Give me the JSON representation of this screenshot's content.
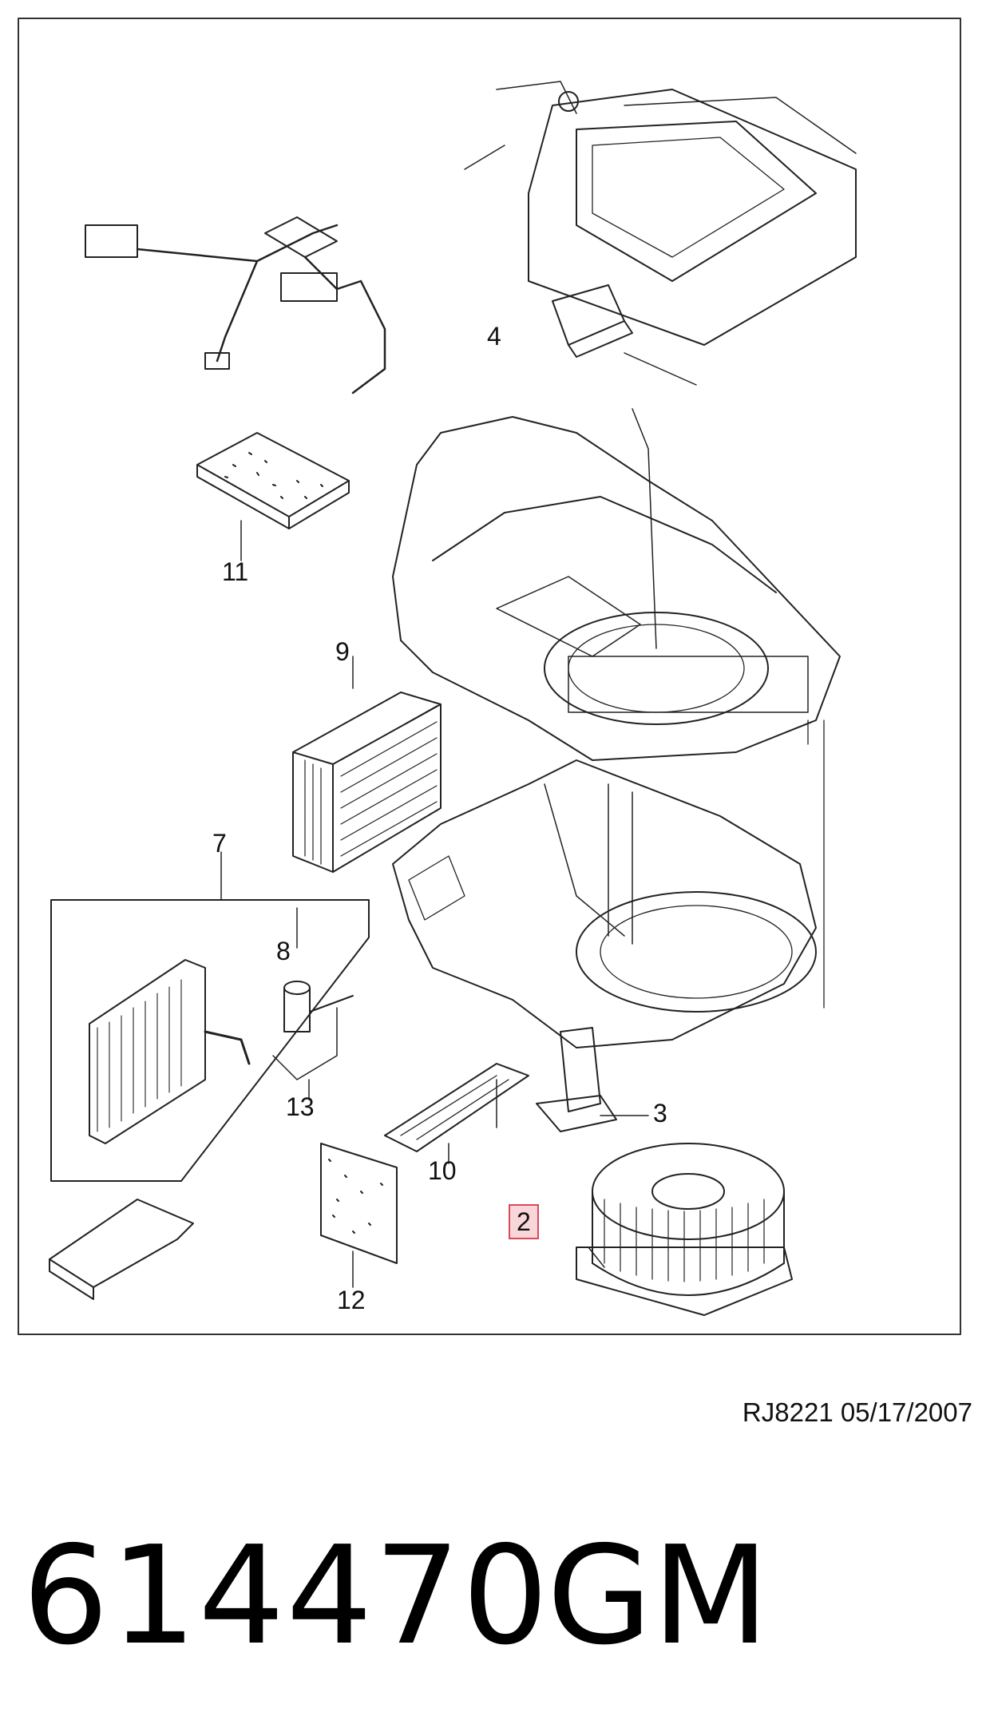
{
  "callouts": {
    "c2": "2",
    "c3": "3",
    "c4": "4",
    "c7": "7",
    "c8": "8",
    "c9": "9",
    "c10": "10",
    "c11": "11",
    "c12": "12",
    "c13": "13"
  },
  "highlighted_callout": "2",
  "highlight_color": "#d94a5a",
  "reference": "RJ8221  05/17/2007",
  "part_number": "614470",
  "brand": "GM"
}
